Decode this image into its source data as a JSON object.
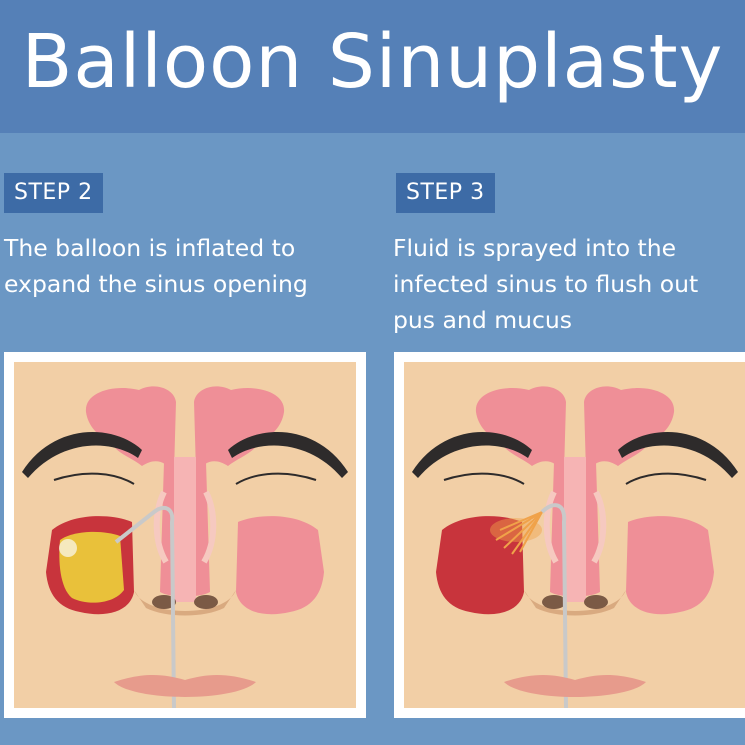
{
  "header": {
    "title": "Balloon Sinuplasty"
  },
  "steps": [
    {
      "badge": "STEP 2",
      "description_lines": [
        "The balloon is inflated to",
        "expand the sinus opening"
      ]
    },
    {
      "badge": "STEP 3",
      "description_lines": [
        "Fluid is sprayed into the",
        "infected sinus to flush out",
        "pus and mucus"
      ]
    }
  ],
  "colors": {
    "background": "#6b97c4",
    "header_band": "#5580b7",
    "badge": "#3d6ba6",
    "skin": "#f2cfa6",
    "sinus_pink": "#ef8f97",
    "infected_sinus": "#c8343c",
    "balloon_yellow": "#e9c13a",
    "fluid_orange": "#f0a24a",
    "brow": "#2e2b2b"
  }
}
